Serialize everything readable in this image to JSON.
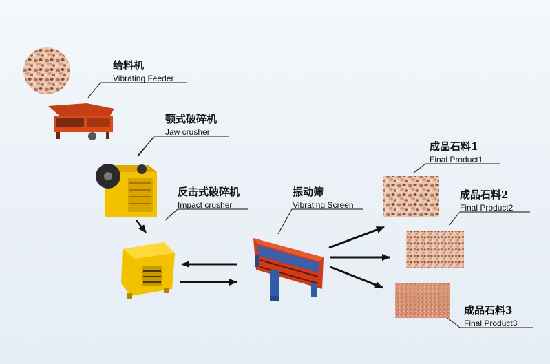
{
  "labels": {
    "feeder": {
      "zh": "给料机",
      "en": "Vibrating Feeder"
    },
    "jaw": {
      "zh": "颚式破碎机",
      "en": "Jaw crusher"
    },
    "impact": {
      "zh": "反击式破碎机",
      "en": "Impact crusher"
    },
    "screen": {
      "zh": "振动筛",
      "en": "Vibrating Screen"
    },
    "product1": {
      "zh": "成品石料1",
      "en": "Final Product1"
    },
    "product2": {
      "zh": "成品石料2",
      "en": "Final Product2"
    },
    "product3": {
      "zh": "成品石料3",
      "en": "Final Product3"
    }
  },
  "colors": {
    "background": "#eef3f8",
    "feeder_body": "#d84a1a",
    "crusher_body": "#f2c200",
    "screen_frame": "#d03a18",
    "screen_panel": "#3b5fa8",
    "arrow": "#111111",
    "stone": "#c99070"
  },
  "icons": {
    "raw_material": "raw-stone-pile-icon",
    "feeder": "vibrating-feeder-icon",
    "jaw": "jaw-crusher-icon",
    "impact": "impact-crusher-icon",
    "screen": "vibrating-screen-icon",
    "product1": "stone-swatch-icon",
    "product2": "stone-swatch-icon",
    "product3": "stone-swatch-icon"
  }
}
